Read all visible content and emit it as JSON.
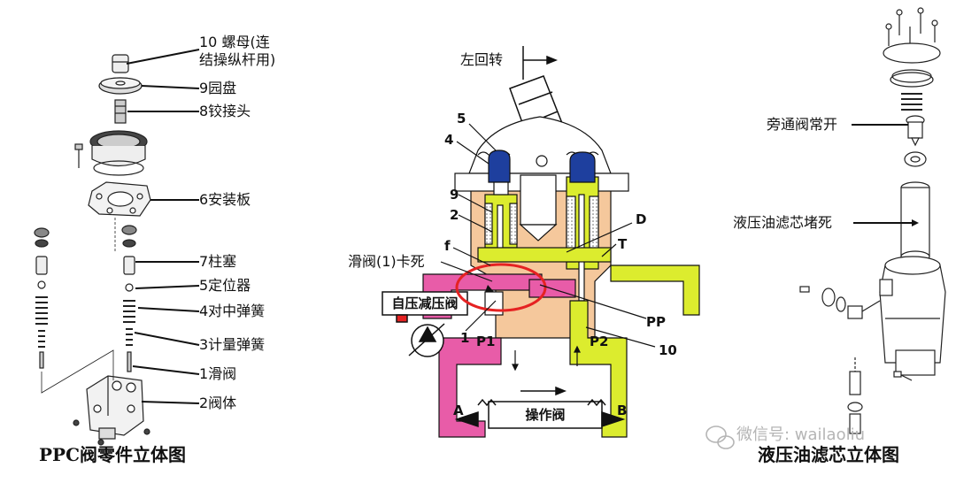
{
  "colors": {
    "pink": "#e85ca8",
    "yellow": "#dcec2e",
    "orange": "#f5c89c",
    "blue": "#1e3f9e",
    "red_circle": "#e52222",
    "outline": "#111111",
    "watermark": "#b5b5b5"
  },
  "left_panel": {
    "caption": "PPC阀零件立体图",
    "labels": {
      "p10_line1": "10 螺母(连",
      "p10_line2": "结操纵杆用)",
      "p9": "9园盘",
      "p8": "8铰接头",
      "p6": "6安装板",
      "p7": "7柱塞",
      "p5": "5定位器",
      "p4": "4对中弹簧",
      "p3": "3计量弹簧",
      "p1": "1滑阀",
      "p2": "2阀体"
    }
  },
  "center_panel": {
    "rotate_label": "左回转",
    "stuck_label": "滑阀(1)卡死",
    "self_reducing_valve": "自压减压阀",
    "operating_valve": "操作阀",
    "num_5": "5",
    "num_4": "4",
    "num_9": "9",
    "num_2": "2",
    "letter_f": "f",
    "num_1": "1",
    "letter_D": "D",
    "letter_T": "T",
    "PP": "PP",
    "P1": "P1",
    "P2": "P2",
    "num_10": "10",
    "port_A": "A",
    "port_B": "B"
  },
  "right_panel": {
    "bypass_label": "旁通阀常开",
    "filter_blocked_label": "液压油滤芯堵死",
    "caption": "液压油滤芯立体图",
    "watermark": "微信号: wailaoliu"
  }
}
